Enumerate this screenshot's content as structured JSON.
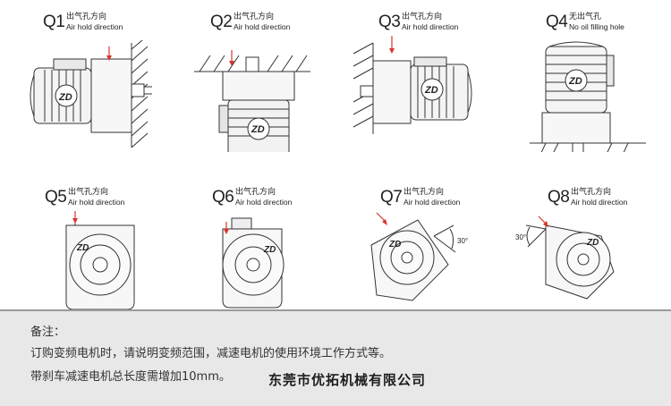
{
  "items": [
    {
      "id": "Q1",
      "cn": "出气孔方向",
      "en": "Air hold direction"
    },
    {
      "id": "Q2",
      "cn": "出气孔方向",
      "en": "Air hold direction"
    },
    {
      "id": "Q3",
      "cn": "出气孔方向",
      "en": "Air hold direction"
    },
    {
      "id": "Q4",
      "cn": "无出气孔",
      "en": "No  oil  filling  hole"
    },
    {
      "id": "Q5",
      "cn": "出气孔方向",
      "en": "Air hold direction"
    },
    {
      "id": "Q6",
      "cn": "出气孔方向",
      "en": "Air hold direction"
    },
    {
      "id": "Q7",
      "cn": "出气孔方向",
      "en": "Air hold direction",
      "angle": "30°"
    },
    {
      "id": "Q8",
      "cn": "出气孔方向",
      "en": "Air hold direction",
      "angle": "30°"
    }
  ],
  "logo_text": "ZD",
  "notes": {
    "title": "备注：",
    "line1": "订购变频电机时，请说明变频范围，减速电机的使用环境工作方式等。",
    "line2": "带刹车减速电机总长度需增加10mm。"
  },
  "company": "东莞市优拓机械有限公司",
  "colors": {
    "line": "#333333",
    "note_bg": "#e8e8e8",
    "divider": "#9a9a9a",
    "arrow": "#d9342b"
  }
}
